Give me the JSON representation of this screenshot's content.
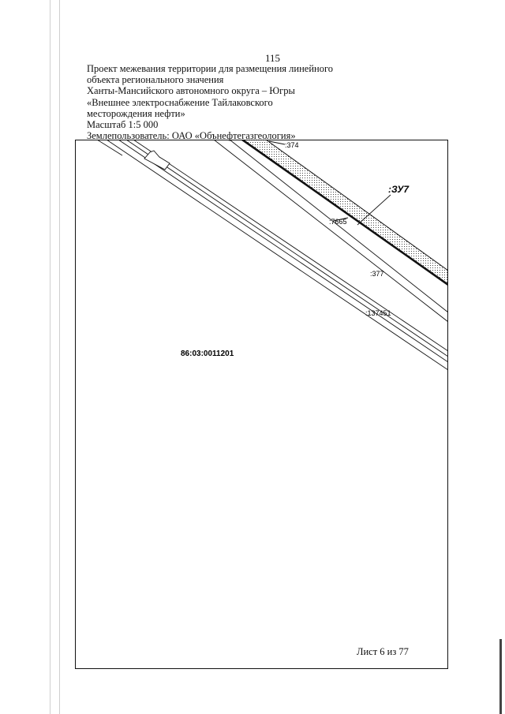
{
  "page": {
    "number": "115",
    "header_lines": [
      "Проект межевания территории для размещения линейного",
      "объекта регионального значения",
      "Ханты-Мансийского автономного округа – Югры",
      "«Внешнее электроснабжение Тайлаковского",
      "месторождения нефти»",
      "Масштаб 1:5 000",
      "Землепользователь: ОАО «Обънефтегазгеология»"
    ],
    "sheet_info": "Лист 6 из 77"
  },
  "map": {
    "parcel_labels": {
      "p374": ":374",
      "zu7": ":ЗУ7",
      "p7665": ":7665",
      "p377": ":377",
      "p137451": ":137451",
      "quarter": "86:03:0011201"
    },
    "colors": {
      "line": "#111111",
      "hatch": "#444444"
    }
  }
}
